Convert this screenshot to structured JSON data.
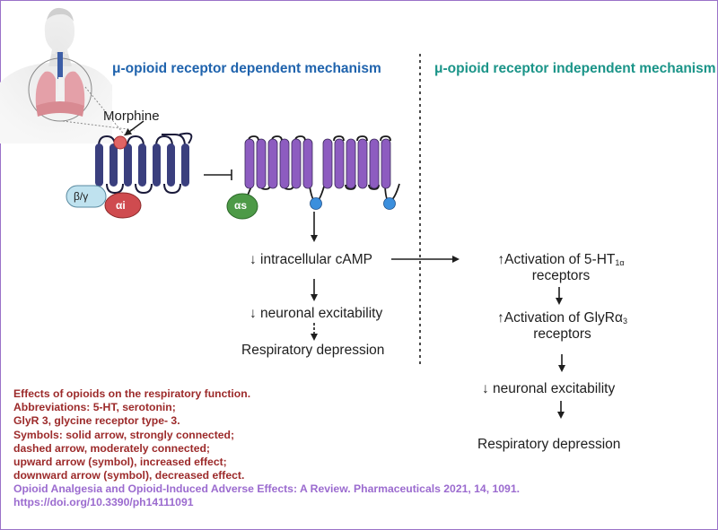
{
  "headings": {
    "left": "μ-opioid receptor dependent  mechanism",
    "right": "μ-opioid receptor independent mechanism"
  },
  "labels": {
    "morphine": "Morphine",
    "beta_gamma": "β/γ",
    "alpha_i": "αi",
    "alpha_s": "αs"
  },
  "left_flow": [
    "↓ intracellular cAMP",
    "↓ neuronal excitability",
    "Respiratory depression"
  ],
  "right_flow": {
    "step1_prefix": "↑Activation of  5-HT",
    "step1_sub": "1α",
    "step1_line2": "receptors",
    "step2_prefix": "↑Activation  of  GlyRα",
    "step2_sub": "3",
    "step2_line2": "receptors",
    "step3": "↓ neuronal excitability",
    "step4": "Respiratory depression"
  },
  "caption": [
    "Effects of opioids on the respiratory function.",
    "Abbreviations: 5-HT, serotonin;",
    "GlyR 3, glycine receptor type- 3.",
    "Symbols: solid arrow, strongly connected;",
    "dashed arrow, moderately connected;",
    "upward arrow (symbol), increased effect;",
    "downward arrow (symbol), decreased effect."
  ],
  "reference": {
    "citation": "Opioid Analgesia and Opioid-Induced Adverse Effects: A Review. Pharmaceuticals 2021, 14, 1091.",
    "doi": "https://doi.org/10.3390/ph14111091"
  },
  "colors": {
    "frame": "#9a72c8",
    "heading_left": "#1f63ad",
    "heading_right": "#1a9488",
    "caption": "#9c2a2a",
    "reference": "#9b6bcf",
    "mu_receptor": "#3a3f7e",
    "ac_receptor": "#8d5cc0",
    "morphine_ligand": "#e06464",
    "g_alpha_i": "#cf4b4f",
    "g_alpha_s": "#4d9a47",
    "g_beta_gamma": "#bfe2ef",
    "atp_site": "#3b8fdd"
  }
}
